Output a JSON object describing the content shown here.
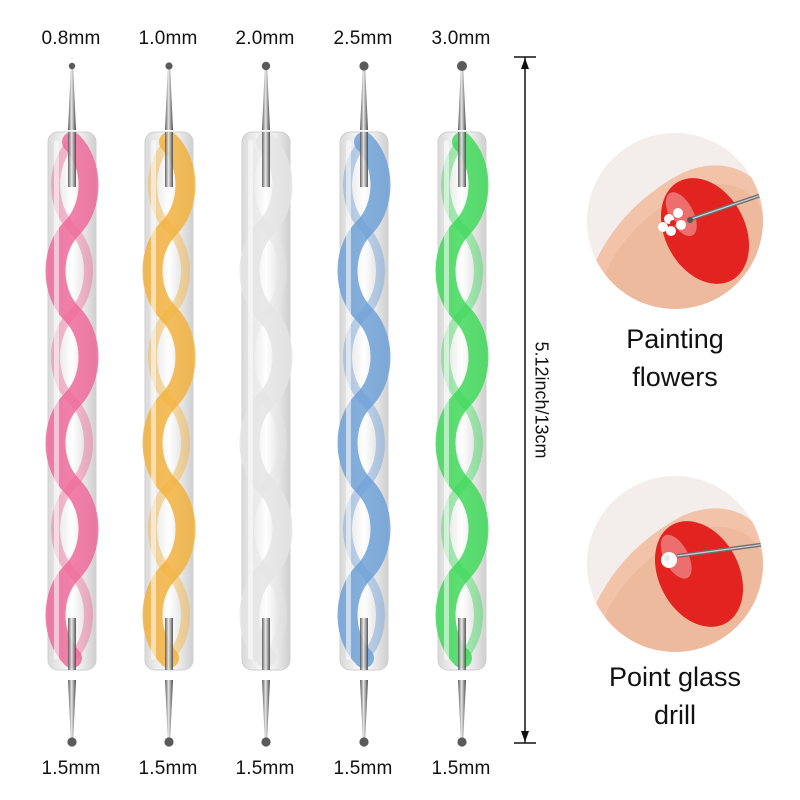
{
  "pens": [
    {
      "top_size": "0.8mm",
      "bottom_size": "1.5mm",
      "color": "#ef6a9a",
      "tip_r": 3.2
    },
    {
      "top_size": "1.0mm",
      "bottom_size": "1.5mm",
      "color": "#f2b13f",
      "tip_r": 3.6
    },
    {
      "top_size": "2.0mm",
      "bottom_size": "1.5mm",
      "color": "#e4e4e4",
      "tip_r": 4.2
    },
    {
      "top_size": "2.5mm",
      "bottom_size": "1.5mm",
      "color": "#6fa0d6",
      "tip_r": 4.6
    },
    {
      "top_size": "3.0mm",
      "bottom_size": "1.5mm",
      "color": "#3fd85a",
      "tip_r": 5.0
    }
  ],
  "dimension_label": "5.12inch/13cm",
  "uses": [
    {
      "caption_line1": "Painting",
      "caption_line2": "flowers",
      "nail_color": "#e2231f"
    },
    {
      "caption_line1": "Point glass",
      "caption_line2": "drill",
      "nail_color": "#e2231f"
    }
  ]
}
